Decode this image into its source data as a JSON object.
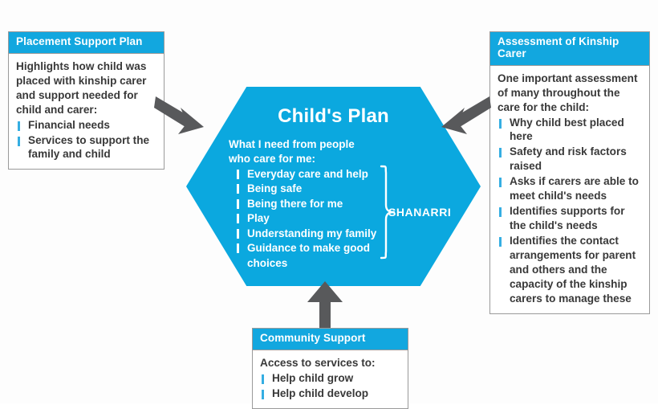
{
  "diagram": {
    "title": "Child's Plan",
    "accent_blue": "#0BA8DF",
    "header_blue": "#12A7DF",
    "bullet_blue": "#35AEE2",
    "arrow_gray": "#58595B",
    "text_gray": "#393939"
  },
  "center": {
    "title": "Child's Plan",
    "intro_line1": "What I need from people",
    "intro_line2": "who care for me:",
    "items": [
      "Everyday care and help",
      "Being safe",
      "Being there for me",
      "Play",
      "Understanding my family",
      "Guidance to make good choices"
    ],
    "brace_label": "SHANARRI"
  },
  "boxes": {
    "placement_support_plan": {
      "header": "Placement Support Plan",
      "intro": "Highlights how child was placed with kinship carer and support needed for child and carer:",
      "items": [
        "Financial needs",
        "Services to support the family and child"
      ]
    },
    "assessment_of_kinship_carer": {
      "header": "Assessment of Kinship Carer",
      "intro": "One important assessment of many throughout the care for the child:",
      "items": [
        "Why child best placed here",
        "Safety and risk factors raised",
        "Asks if carers are able to meet child's needs",
        "Identifies supports for the child's needs",
        "Identifies the contact arrangements for parent and others and the capacity of the kinship carers to manage these"
      ]
    },
    "community_support": {
      "header": "Community Support",
      "intro": "Access to services to:",
      "items": [
        "Help child grow",
        "Help child develop"
      ]
    }
  },
  "arrows": {
    "left": "arrow-pointing-down-right-into-hexagon",
    "right": "arrow-pointing-down-left-into-hexagon",
    "bottom": "arrow-pointing-up-into-hexagon"
  }
}
